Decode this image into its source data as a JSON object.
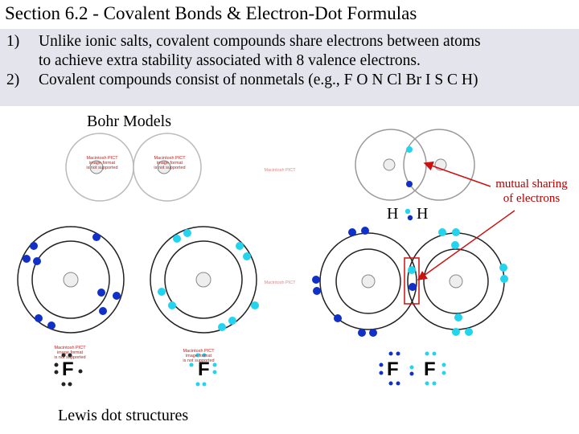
{
  "title": "Section 6.2 - Covalent Bonds & Electron-Dot Formulas",
  "points": [
    {
      "num": "1)",
      "lines": [
        "Unlike ionic salts, covalent compounds share electrons between atoms",
        "to achieve extra stability associated with 8 valence electrons."
      ]
    },
    {
      "num": "2)",
      "lines": [
        "Covalent compounds consist of nonmetals (e.g., F O N Cl Br I S C H)"
      ]
    }
  ],
  "labels": {
    "bohr": "Bohr Models",
    "lewis": "Lewis dot structures",
    "annotation_line1": "mutual sharing",
    "annotation_line2": "of electrons",
    "h_left": "H",
    "h_right": "H",
    "f": "F"
  },
  "placeholder": {
    "line1": "Macintosh PICT",
    "line2": "image format",
    "line3": "is not supported"
  },
  "colors": {
    "shared_electron": "#1030c8",
    "valence_electron_cyan": "#22d4ee",
    "annotation": "#b00000",
    "band": "#e4e4ec"
  }
}
